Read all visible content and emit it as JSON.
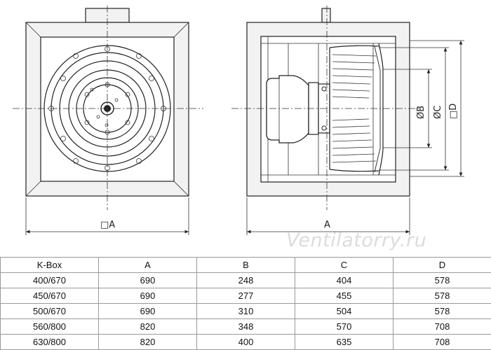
{
  "dimension_labels": {
    "a_width": "□A",
    "a_depth": "A",
    "b_dia": "ØB",
    "c_dia": "ØC",
    "d_square": "□D"
  },
  "watermark": "Ventilatorry.ru",
  "table": {
    "headers": [
      "K-Box",
      "A",
      "B",
      "C",
      "D"
    ],
    "rows": [
      [
        "400/670",
        "690",
        "248",
        "404",
        "578"
      ],
      [
        "450/670",
        "690",
        "277",
        "455",
        "578"
      ],
      [
        "500/670",
        "690",
        "310",
        "504",
        "578"
      ],
      [
        "560/800",
        "820",
        "348",
        "570",
        "708"
      ],
      [
        "630/800",
        "820",
        "400",
        "635",
        "708"
      ]
    ]
  }
}
